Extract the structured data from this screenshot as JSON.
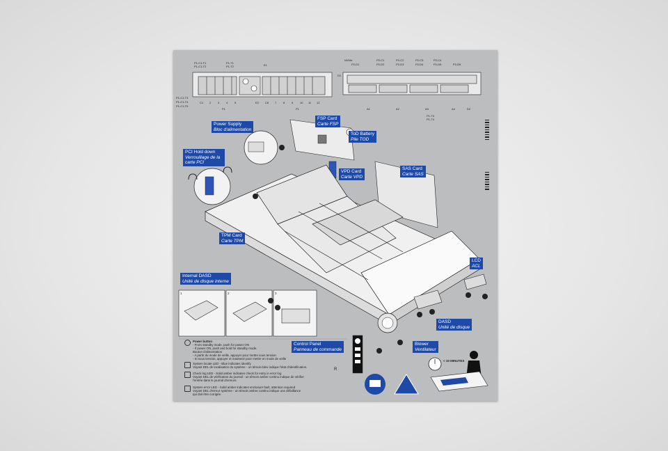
{
  "labels": {
    "power_supply": {
      "en": "Power Supply",
      "fr": "Bloc d'alimentation"
    },
    "pci_hold_down": {
      "en": "PCI Hold down",
      "fr": "Verrouillage de la carte PCI"
    },
    "fsp_card": {
      "en": "FSP Card",
      "fr": "Carte FSP"
    },
    "tod_battery": {
      "en": "ToD Battery",
      "fr": "Pile TOD"
    },
    "vpd_card": {
      "en": "VPD Card",
      "fr": "Carte VPD"
    },
    "sas_card": {
      "en": "SAS Card",
      "fr": "Carte SAS"
    },
    "tpm_card": {
      "en": "TPM Card",
      "fr": "Carte TPM"
    },
    "lcd": {
      "en": "LCD",
      "fr": "ACL"
    },
    "internal_dasd": {
      "en": "Internal DASD",
      "fr": "Unité de disque interne"
    },
    "dasd": {
      "en": "DASD",
      "fr": "Unité de disque"
    },
    "control_panel": {
      "en": "Control Panel",
      "fr": "Panneau de commande"
    },
    "blower": {
      "en": "Blower",
      "fr": "Ventilateur"
    }
  },
  "rear_left": {
    "top_labels": [
      "P1-C1-T1",
      "P1-C1-T2",
      "P1-T1",
      "P1-T2",
      "E1"
    ],
    "side_labels": [
      "P1-C1-T3",
      "P1-C1-T4",
      "P1-C1-T5"
    ],
    "bottom_labels": [
      "C1",
      "2",
      "3",
      "4",
      "5",
      "E2",
      "C6",
      "7",
      "8",
      "9",
      "10",
      "11",
      "12"
    ],
    "group_labels": [
      "P1",
      "P1"
    ]
  },
  "rear_right": {
    "top_labels": [
      "NVMe:",
      "P2-D1",
      "P2-C1",
      "P2-D2",
      "P2-C2",
      "P2-D3",
      "P2-C3",
      "P2-D4",
      "P2-C4",
      "P2-D5",
      "P2-D6"
    ],
    "side_labels": [
      "D1"
    ],
    "bottom_labels": [
      "A1",
      "A2",
      "A3",
      "A4",
      "D2",
      "P1-T3",
      "P1-T4"
    ]
  },
  "steps": [
    "1",
    "2",
    "3"
  ],
  "timer": "< 10 MINUTES",
  "legend": [
    {
      "title": "Power button",
      "lines": [
        "- From standby mode, push for power ON",
        "- If power ON, push and hold for standby mode.",
        "Bouton d'alimentation",
        "- A partir du mode de veille, appuyer pour mettre sous tension",
        "- Si sous tension, appuyer et maintenir pour mettre en mode de veille"
      ]
    },
    {
      "title": "System locate LED - Blue indicates identify",
      "lines": [
        "Voyant DEL de localisation du système - un témoin bleu indique l'état d'identification."
      ]
    },
    {
      "title": "Check log LED - Solid amber indicates check for entry in error log",
      "lines": [
        "Voyant DEL de vérification du journal - un témoin ambre continu indique de vérifier",
        "l'entrée dans le journal d'erreurs."
      ]
    },
    {
      "title": "System error LED - Solid amber indicates enclosure fault, attention required",
      "lines": [
        "Voyant DEL d'erreur système - un témoin ambre continu indique une défaillance",
        "qui doit être corrigée."
      ]
    }
  ],
  "panel_mark": "R"
}
